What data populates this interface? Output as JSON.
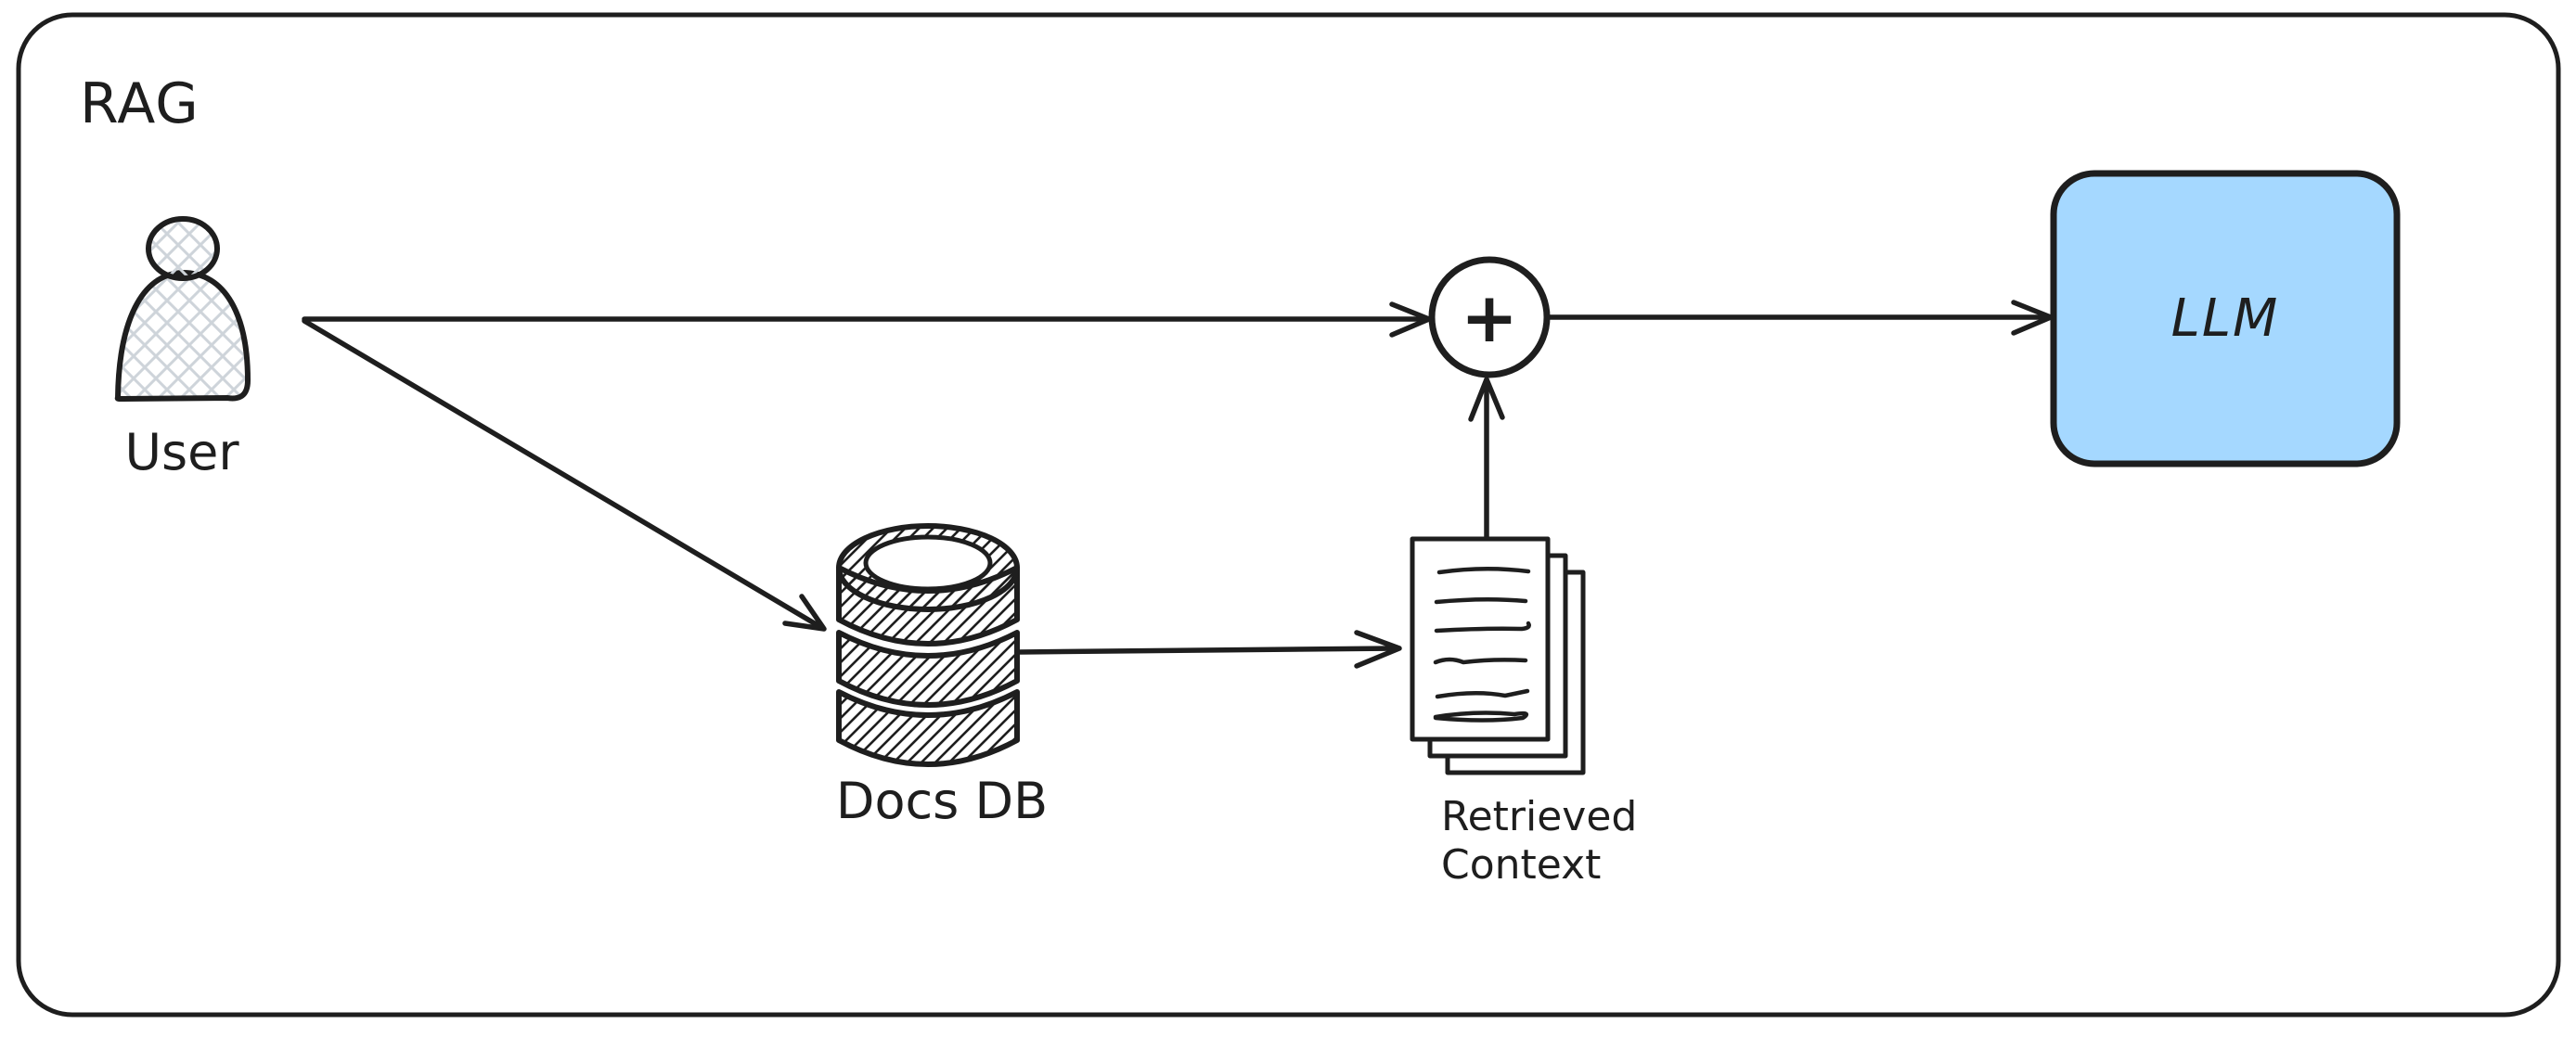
{
  "diagram": {
    "title": "RAG",
    "background": "#ffffff",
    "colors": {
      "stroke": "#1e1e1e",
      "llm_fill": "#a5d8ff",
      "crosshatch_fill": "#ced4da",
      "page_fill": "#ffffff"
    },
    "nodes": {
      "user": {
        "label": "User",
        "icon": "person-icon"
      },
      "docs_db": {
        "label": "Docs DB",
        "icon": "database-icon"
      },
      "retrieved_context": {
        "label_line1": "Retrieved",
        "label_line2": "Context",
        "icon": "documents-stack-icon"
      },
      "aggregator": {
        "symbol": "+"
      },
      "llm": {
        "label": "LLM"
      }
    },
    "edges": [
      {
        "from": "user",
        "to": "aggregator",
        "type": "arrow"
      },
      {
        "from": "user",
        "to": "docs_db",
        "type": "arrow"
      },
      {
        "from": "docs_db",
        "to": "retrieved_context",
        "type": "arrow"
      },
      {
        "from": "retrieved_context",
        "to": "aggregator",
        "type": "arrow"
      },
      {
        "from": "aggregator",
        "to": "llm",
        "type": "arrow"
      }
    ]
  }
}
